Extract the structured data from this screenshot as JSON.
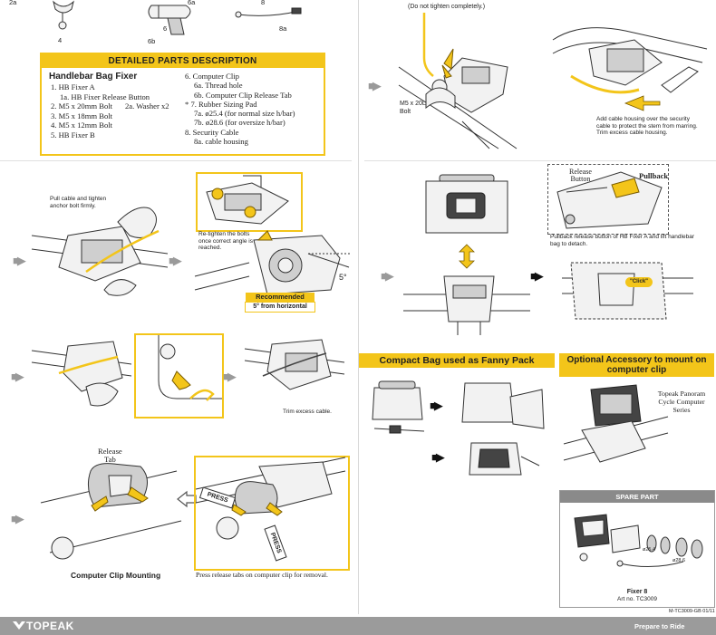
{
  "parts_top": {
    "labels": [
      "2a",
      "4",
      "6a",
      "6",
      "6b",
      "8",
      "8a"
    ]
  },
  "detailed_parts": {
    "title": "DETAILED PARTS DESCRIPTION",
    "heading": "Handlebar Bag Fixer",
    "left_col": [
      "1. HB Fixer A",
      "1a. HB Fixer Release Button",
      "2. M5 x 20mm Bolt",
      "3. M5 x 18mm Bolt",
      "4. M5 x 12mm Bolt",
      "5. HB Fixer B"
    ],
    "washer": "2a. Washer x2",
    "right_col": [
      "6. Computer Clip",
      "6a. Thread hole",
      "6b. Computer Clip Release Tab",
      "* 7. Rubber Sizing Pad",
      "7a. ø25.4 (for normal size h/bar)",
      "7b. ø28.6 (for oversize h/bar)",
      "8. Security Cable",
      "8a. cable housing"
    ]
  },
  "top_right": {
    "note_top": "(Do not tighten completely.)",
    "bolt_label": "M5 x 20L\nBolt",
    "housing_note": "Add cable housing over the security cable to protect the stem from marring. Trim excess cable housing."
  },
  "middle_left": {
    "pull_note": "Pull cable and tighten anchor bolt firmly.",
    "retighten_note": "Re-tighten the bolts once correct angle is reached.",
    "recommended": "Recommended",
    "from_horizontal": "5° from horizontal",
    "angle": "5°"
  },
  "middle_right": {
    "release_button": "Release\nButton",
    "pullback": "Pullback",
    "pullback_note": "Pullback release button of HB Fixer A and lift handlebar bag to detach.",
    "click": "\"Click\""
  },
  "lower_left": {
    "trim_note": "Trim excess cable."
  },
  "fanny": {
    "title": "Compact Bag used as Fanny Pack"
  },
  "optional": {
    "title": "Optional Accessory to mount on computer clip",
    "product": "Topeak Panoram Cycle Computer Series"
  },
  "clip": {
    "release_tab": "Release\nTab",
    "caption": "Computer Clip Mounting",
    "press1": "PRESS",
    "press2": "PRESS",
    "remove_note": "Press release tabs on computer clip for removal."
  },
  "spare": {
    "title": "SPARE PART",
    "d1": "ø25.4",
    "d2": "ø28.6",
    "name": "Fixer 8",
    "art": "Art no. TC3009"
  },
  "footer": {
    "doc_code": "M-TC3009-GB  01/11",
    "brand": "TOPEAK",
    "slogan": "Prepare to Ride"
  },
  "colors": {
    "accent": "#f3c51a",
    "footer": "#9b9b9b",
    "spare_header": "#8a8a8a"
  }
}
